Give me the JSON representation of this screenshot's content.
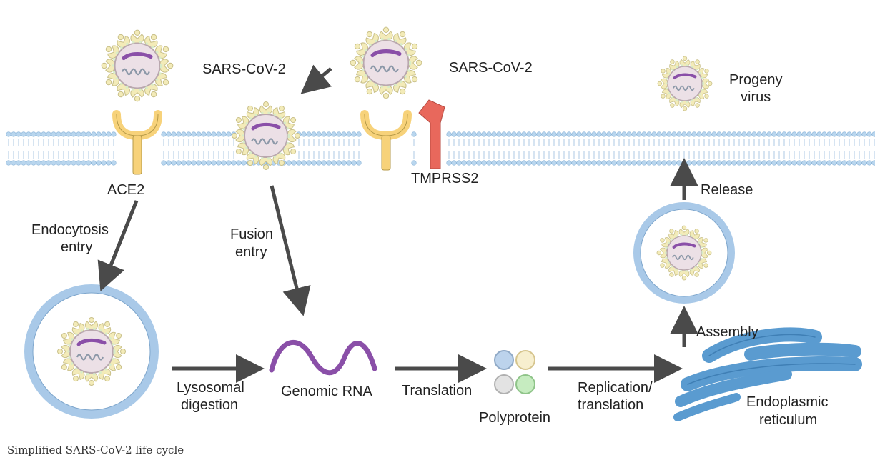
{
  "labels": {
    "sars_left": "SARS-CoV-2",
    "sars_right": "SARS-CoV-2",
    "ace2": "ACE2",
    "tmprss2": "TMPRSS2",
    "endocytosis_1": "Endocytosis",
    "endocytosis_2": "entry",
    "fusion_1": "Fusion",
    "fusion_2": "entry",
    "lysosomal_1": "Lysosomal",
    "lysosomal_2": "digestion",
    "genomic_rna": "Genomic RNA",
    "translation": "Translation",
    "polyprotein": "Polyprotein",
    "replication_1": "Replication/",
    "replication_2": "translation",
    "er_1": "Endoplasmic",
    "er_2": "reticulum",
    "assembly": "Assembly",
    "release": "Release",
    "progeny_1": "Progeny",
    "progeny_2": "virus"
  },
  "caption": "Simplified SARS-CoV-2 life cycle",
  "colors": {
    "membrane_bead": "#b9d6ee",
    "membrane_edge": "#8ab4d8",
    "arrow": "#4a4a4a",
    "ace2": "#f7d27a",
    "tmprss2": "#e8685c",
    "rna": "#8a4fa8",
    "virion_body": "#ece0e6",
    "spike": "#f3ebb8",
    "vesicle": "#a9c9e8",
    "er": "#5a9bd0",
    "poly_blue": "#bcd3ec",
    "poly_yellow": "#f7efcf",
    "poly_grey": "#e3e3e3",
    "poly_green": "#c6ecc0"
  }
}
